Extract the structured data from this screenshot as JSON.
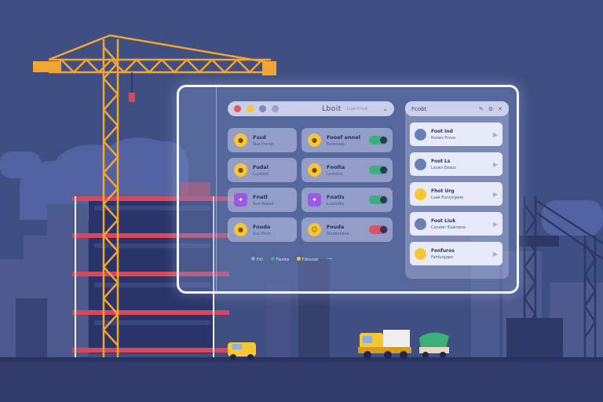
{
  "colors": {
    "sky": "#3f4f82",
    "crane": "#f2a531",
    "scaffold_red": "#d9485a",
    "toggle_green": "#3bb07a",
    "toggle_red": "#e0505e",
    "icon_yellow": "#f6c634",
    "icon_purple": "#9a5ae0"
  },
  "search": {
    "title": "Lboit",
    "subtitle": "Luamrue",
    "icons": [
      "record-icon",
      "sun-icon",
      "drop-icon",
      "link-icon"
    ]
  },
  "cards": [
    {
      "title": "Fssd",
      "subtitle": "Sue Frsrsls",
      "icon": "coin-icon",
      "icon_color": "#f6c634"
    },
    {
      "title": "Fooef ennel",
      "subtitle": "Exostuee",
      "icon": "coin-icon",
      "icon_color": "#f6c634",
      "toggle": "on"
    },
    {
      "title": "Fudal",
      "subtitle": "Lusslsst",
      "icon": "coin-icon",
      "icon_color": "#f6c634"
    },
    {
      "title": "Fnolta",
      "subtitle": "Lxondus",
      "icon": "coin-icon",
      "icon_color": "#f6c634",
      "toggle": "on"
    },
    {
      "title": "Fnatl",
      "subtitle": "Sue Aeaad",
      "icon": "puzzle-icon",
      "icon_color": "#9a5ae0"
    },
    {
      "title": "Fnatls",
      "subtitle": "Lusaotks",
      "icon": "puzzle-icon",
      "icon_color": "#9a5ae0",
      "toggle": "on"
    },
    {
      "title": "Fouda",
      "subtitle": "Suo Etsls",
      "icon": "coin-icon",
      "icon_color": "#f6c634"
    },
    {
      "title": "Fouda",
      "subtitle": "Elocenesue",
      "icon": "avatar-icon",
      "icon_color": "#f6c634",
      "toggle": "off"
    }
  ],
  "status_row": [
    "Fsll",
    "Fsuote",
    "Fdsouse"
  ],
  "right_panel": {
    "title": "Fcobt",
    "items": [
      {
        "title": "Foot Ind",
        "subtitle": "Rsows Prsve",
        "avatar": "#6a7fb3"
      },
      {
        "title": "Foot Ls",
        "subtitle": "Lsuws Eeaus",
        "avatar": "#6a7fb3"
      },
      {
        "title": "Fhot Urg",
        "subtitle": "Loak Pursyrgeoe",
        "avatar": "#f6c634"
      },
      {
        "title": "Foot Liuk",
        "subtitle": "Conaler Eaalnene",
        "avatar": "#6a7fb3"
      },
      {
        "title": "Fonfuros",
        "subtitle": "Fanfurgqeo",
        "avatar": "#f6c634"
      }
    ]
  }
}
